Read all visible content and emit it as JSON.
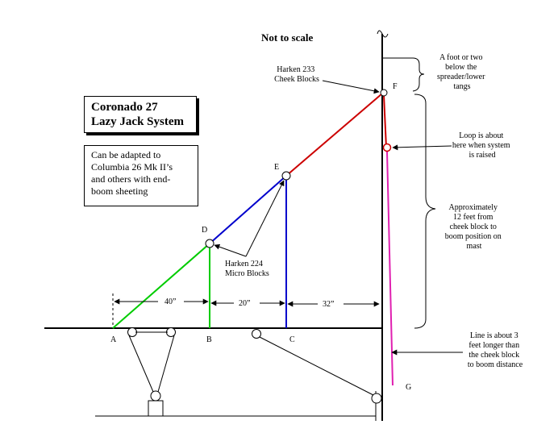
{
  "header": {
    "note": "Not to scale"
  },
  "title_box": {
    "line1": "Coronado 27",
    "line2": "Lazy Jack System"
  },
  "note_box": {
    "lines": [
      "Can be adapted to",
      "Columbia 26 Mk II’s",
      "and others with end-",
      "boom sheeting"
    ]
  },
  "points": {
    "A": "A",
    "B": "B",
    "C": "C",
    "D": "D",
    "E": "E",
    "F": "F",
    "G": "G"
  },
  "dimensions": {
    "ab": "40”",
    "bc": "20”",
    "c_mast": "32”"
  },
  "callouts": {
    "cheek_blocks": [
      "Harken 233",
      "Cheek Blocks"
    ],
    "micro_blocks": [
      "Harken 224",
      "Micro Blocks"
    ],
    "foot_below": [
      "A foot or two",
      "below the",
      "spreader/lower",
      "tangs"
    ],
    "loop": [
      "Loop is about",
      "here when system",
      "is raised"
    ],
    "approx": [
      "Approximately",
      "12 feet from",
      "cheek block to",
      "boom position on",
      "mast"
    ],
    "line_longer": [
      "Line is about 3",
      "feet longer than",
      "the cheek block",
      "to boom distance"
    ]
  },
  "colors": {
    "green": "#00cc00",
    "blue": "#0000cc",
    "red": "#cc0000",
    "magenta": "#e020b0",
    "black": "#000000"
  }
}
